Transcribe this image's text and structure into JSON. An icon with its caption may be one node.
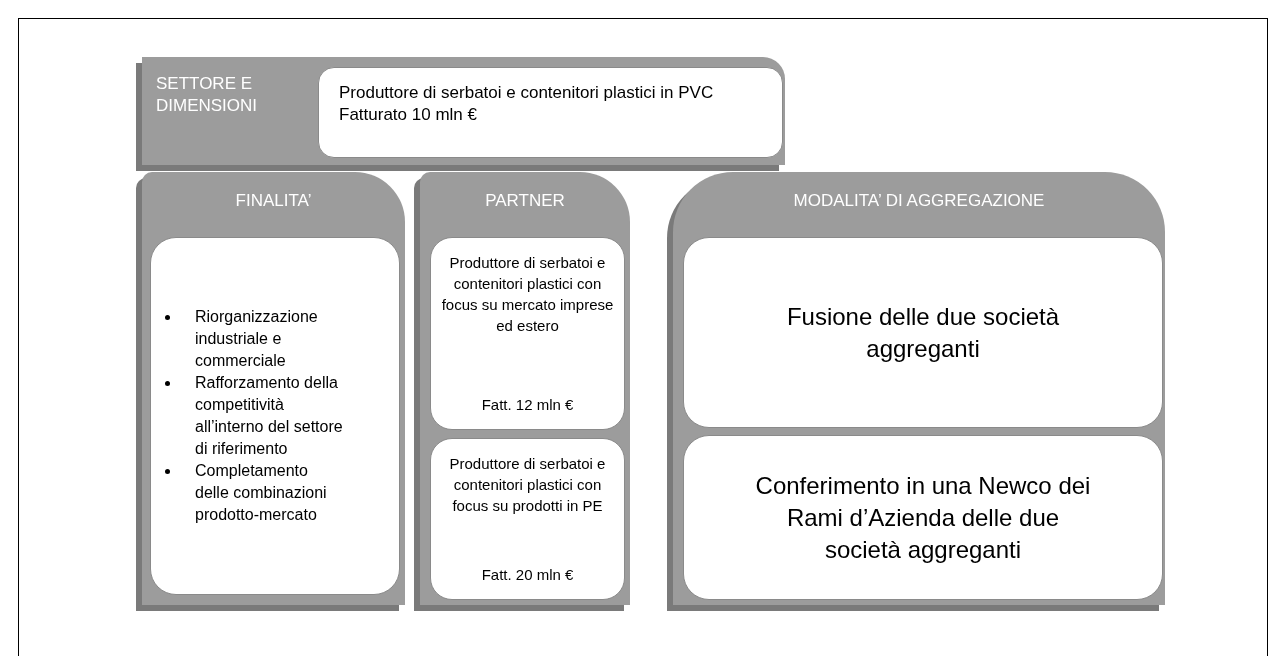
{
  "diagram": {
    "nodes": [
      {
        "text": [
          "SETTORE E DIMENSIONI"
        ]
      },
      {
        "text": [
          "Produttore di serbatoi e contenitori plastici in PVC",
          "Fatturato 10 mln €"
        ],
        "in": 0
      },
      {
        "text": [
          "FINALITA’"
        ]
      },
      {
        "text": [
          "Riorganizzazione industriale e commerciale",
          "Rafforzamento della competitività all’interno del settore di riferimento",
          "Completamento delle combinazioni prodotto-mercato"
        ],
        "in": 2
      },
      {
        "text": [
          "PARTNER"
        ]
      },
      {
        "text": [
          "Produttore di serbatoi e contenitori plastici con focus su mercato imprese ed estero",
          "Fatt. 12 mln €"
        ],
        "in": 4
      },
      {
        "text": [
          "Produttore di serbatoi e contenitori plastici con focus su prodotti in PE",
          "Fatt. 20 mln €"
        ],
        "in": 4
      },
      {
        "text": [
          "MODALITA’ DI AGGREGAZIONE"
        ]
      },
      {
        "text": [
          "Fusione delle due società aggreganti"
        ],
        "in": 7
      },
      {
        "text": [
          "Conferimento in una Newco dei Rami d’Azienda delle due società aggreganti"
        ],
        "in": 7
      }
    ]
  }
}
